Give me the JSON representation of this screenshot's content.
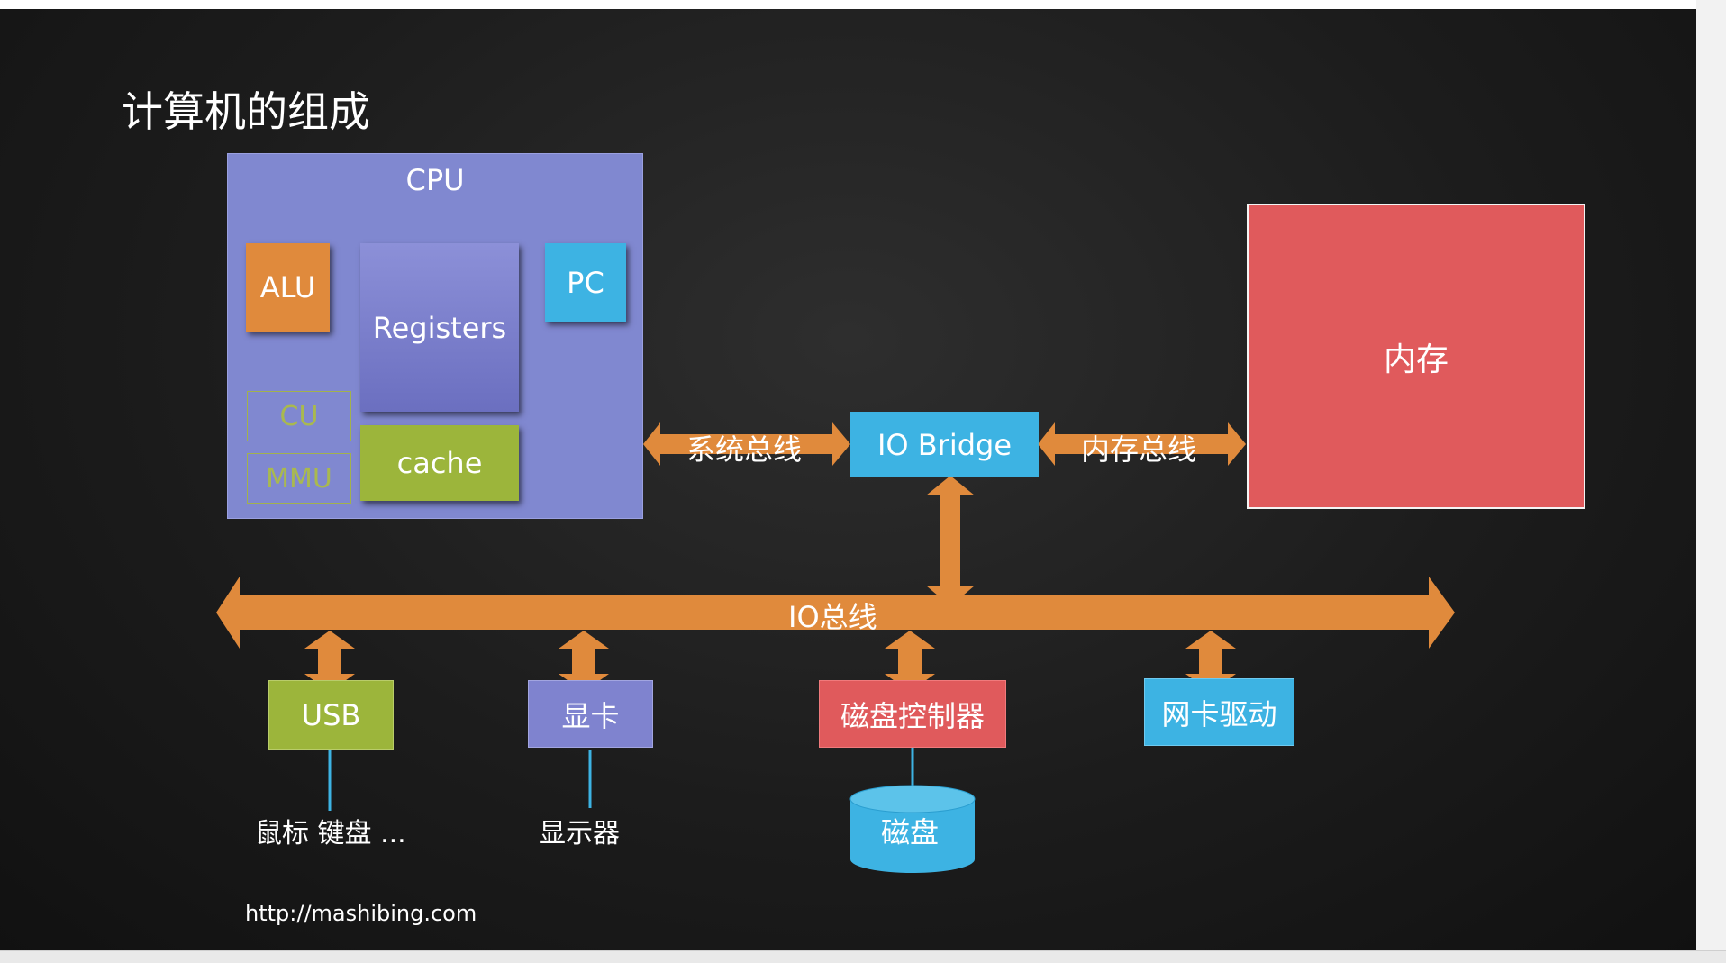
{
  "title": "计算机的组成",
  "cpu": {
    "label": "CPU",
    "alu": "ALU",
    "registers": "Registers",
    "pc": "PC",
    "cu": "CU",
    "mmu": "MMU",
    "cache": "cache"
  },
  "memory": "内存",
  "io_bridge": "IO Bridge",
  "buses": {
    "system_bus": "系统总线",
    "memory_bus": "内存总线",
    "io_bus": "IO总线"
  },
  "devices": {
    "usb": "USB",
    "gpu": "显卡",
    "disk_controller": "磁盘控制器",
    "nic": "网卡驱动",
    "disk": "磁盘"
  },
  "peripherals": {
    "usb": "鼠标 键盘 ...",
    "gpu": "显示器"
  },
  "footer_url": "http://mashibing.com",
  "colors": {
    "background": "#1c1c1c",
    "cpu": "#8088d0",
    "orange": "#e08a3c",
    "blue": "#3db3e3",
    "green": "#9cb53b",
    "red": "#e05a5c",
    "purple": "#7f83cf"
  }
}
